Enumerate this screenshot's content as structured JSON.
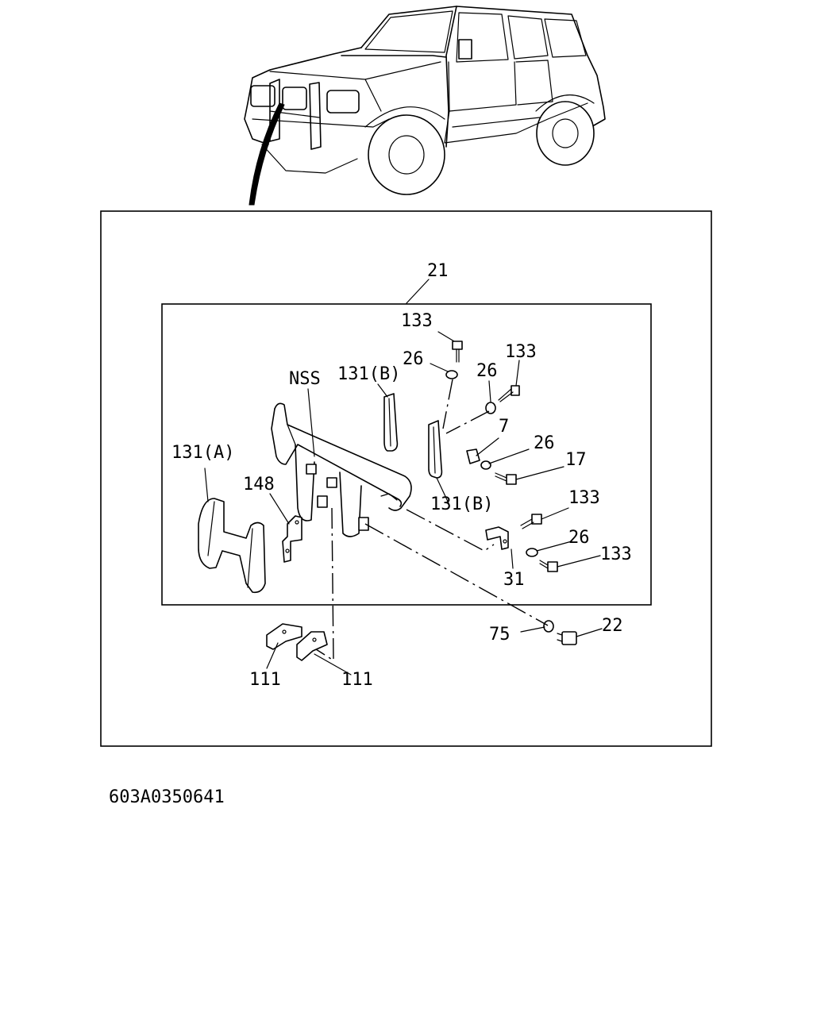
{
  "diagram": {
    "drawing_code": "603A0350641",
    "callouts": {
      "assembly": "21",
      "nss": "NSS",
      "part_131a": "131(A)",
      "part_131b_top": "131(B)",
      "part_131b_bottom": "131(B)",
      "part_148": "148",
      "part_133_top": "133",
      "part_26_top": "26",
      "part_26_mid": "26",
      "part_133_right": "133",
      "part_7": "7",
      "part_26_right": "26",
      "part_17": "17",
      "part_133_lower": "133",
      "part_26_lower": "26",
      "part_133_bottom": "133",
      "part_31": "31",
      "part_75": "75",
      "part_22": "22",
      "part_111_left": "111",
      "part_111_right": "111"
    }
  }
}
